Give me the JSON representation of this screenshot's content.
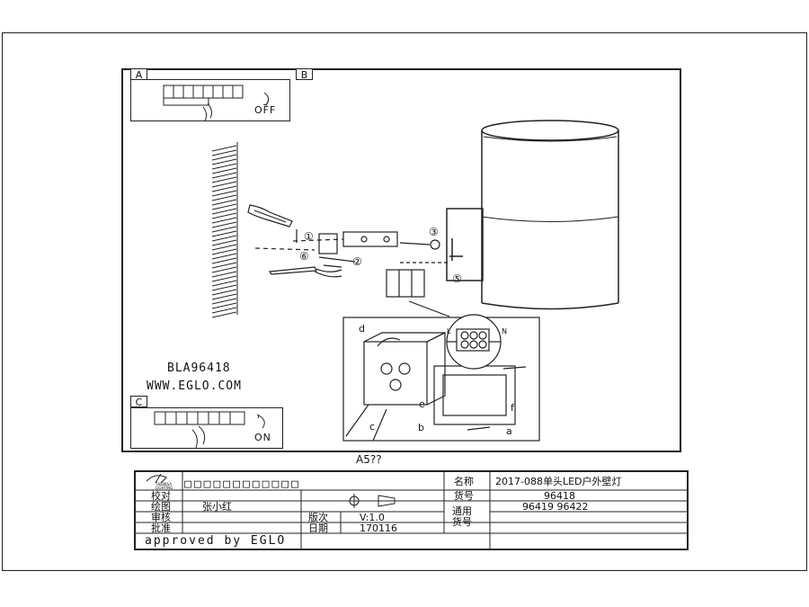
{
  "panels": {
    "a_label": "A",
    "b_label": "B",
    "c_label": "C",
    "a_state": "OFF",
    "c_state": "ON"
  },
  "model": "BLA96418",
  "website": "WWW.EGLO.COM",
  "callouts": {
    "n1": "①",
    "n2": "②",
    "n3": "③",
    "n5": "⑤",
    "n6": "⑥",
    "a": "a",
    "b": "b",
    "c": "c",
    "d": "d",
    "e": "e",
    "f": "f",
    "terminal_L": "L",
    "terminal_N": "N"
  },
  "sheet_caption": "A5??",
  "title_block": {
    "logo_lines": [
      "THEMISA",
      "LIGHTING"
    ],
    "placeholder_title": "□□□□□□□□□□□□",
    "name_label": "名称",
    "name_value": "2017-088单头LED户外壁灯",
    "check_label": "校对",
    "item_no_label": "货号",
    "item_no_value": "96418",
    "drawn_label": "绘图",
    "drawn_value": "张小红",
    "common_label": "通用货号",
    "common_value": "96419  96422",
    "review_label": "审核",
    "version_label": "版次",
    "version_value": "V:1.0",
    "approve_label": "批准",
    "date_label": "日期",
    "date_value": "170116",
    "approved_by": "approved by EGLO"
  }
}
